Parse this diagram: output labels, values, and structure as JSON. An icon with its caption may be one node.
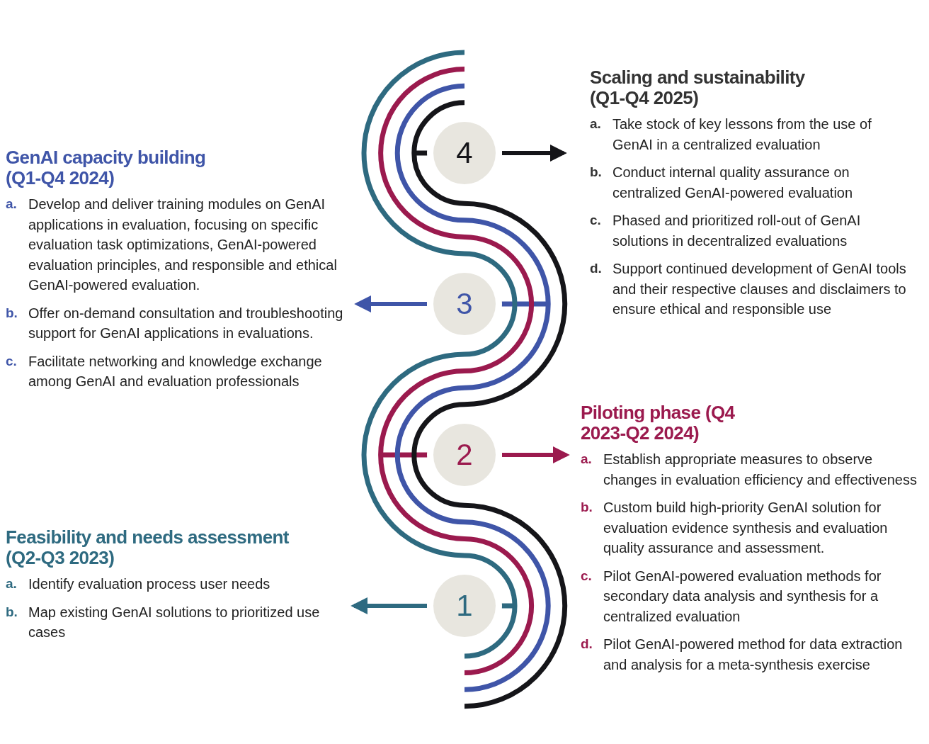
{
  "diagram": {
    "nodes": [
      {
        "text": [
          "Scaling and sustainability (Q1-Q4 2025)",
          "a.",
          "Take stock of key lessons from the use of GenAI in a centralized evaluation",
          "b.",
          "Conduct internal quality assurance on centralized GenAI-powered evaluation",
          "c.",
          "Phased and prioritized roll-out of GenAI solutions in decentralized evaluations",
          "d.",
          "Support continued development of GenAI tools and their respective clauses and disclaimers to ensure ethical and responsible use"
        ]
      },
      {
        "text": [
          "4"
        ]
      },
      {
        "text": [
          "GenAI capacity building (Q1-Q4 2024)",
          "a.",
          "Develop and deliver training modules on GenAI applications in evaluation, focusing on specific evaluation task optimizations, GenAI-powered evaluation principles, and responsible and ethical GenAI-powered evaluation.",
          "b.",
          "Offer on-demand consultation and troubleshooting support for GenAI applications in evaluations.",
          "c.",
          "Facilitate networking and knowledge exchange among GenAI and evaluation professionals"
        ]
      },
      {
        "text": [
          "3"
        ]
      },
      {
        "text": [
          "Piloting phase (Q4 2023-Q2 2024)",
          "a.",
          "Establish appropriate measures to observe changes in evaluation efficiency and effectiveness",
          "b.",
          "Custom build high-priority GenAI solution for evaluation evidence synthesis and evaluation quality assurance and assessment.",
          "c.",
          "Pilot GenAI-powered evaluation methods for secondary data analysis and synthesis for a centralized evaluation",
          "d.",
          "Pilot GenAI-powered method for data extraction and analysis for a meta-synthesis exercise"
        ]
      },
      {
        "text": [
          "2"
        ]
      },
      {
        "text": [
          "Feasibility and needs assessment (Q2-Q3 2023)",
          "a.",
          "Identify evaluation process user needs",
          "b.",
          "Map existing GenAI solutions to prioritized use cases"
        ]
      },
      {
        "text": [
          "1"
        ]
      }
    ],
    "edges": [
      {
        "from": 1,
        "to": 0,
        "arrow": "to",
        "color": "#151519"
      },
      {
        "from": 3,
        "to": 2,
        "arrow": "to",
        "color": "#3f55a8"
      },
      {
        "from": 5,
        "to": 4,
        "arrow": "to",
        "color": "#9b1a4e"
      },
      {
        "from": 7,
        "to": 6,
        "arrow": "to",
        "color": "#2e6a80"
      }
    ]
  }
}
